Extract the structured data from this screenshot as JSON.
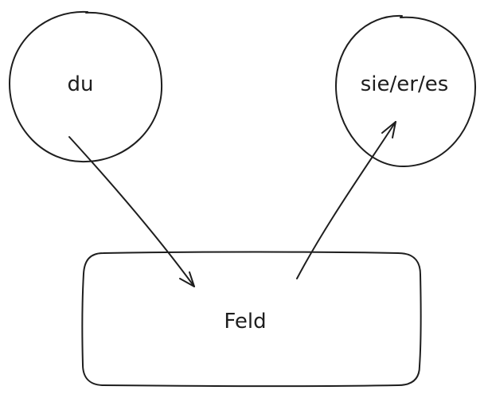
{
  "nodes": {
    "du": {
      "label": "du"
    },
    "sie_er_es": {
      "label": "sie/er/es"
    },
    "feld": {
      "label": "Feld"
    }
  },
  "edges": [
    {
      "from": "du",
      "to": "feld"
    },
    {
      "from": "feld",
      "to": "sie_er_es"
    }
  ],
  "colors": {
    "stroke": "#1e1e1e",
    "background": "#ffffff"
  }
}
